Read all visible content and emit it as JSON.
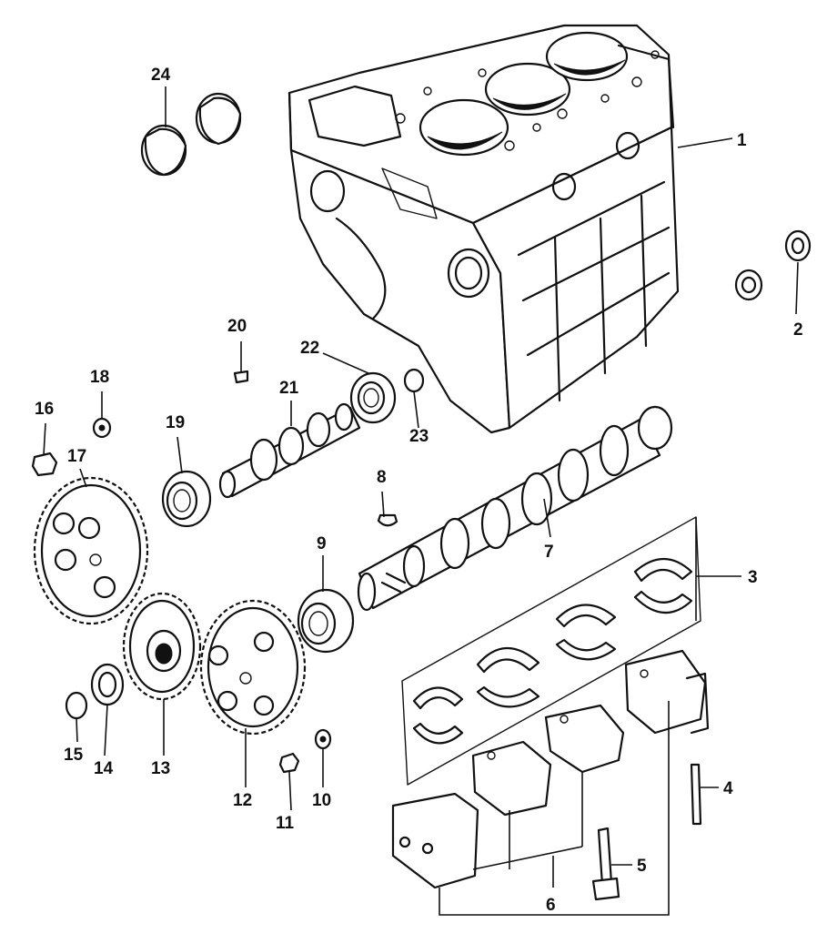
{
  "callouts": {
    "p1": "1",
    "p2": "2",
    "p3": "3",
    "p4": "4",
    "p5": "5",
    "p6": "6",
    "p7": "7",
    "p8": "8",
    "p9": "9",
    "p10": "10",
    "p11": "11",
    "p12": "12",
    "p13": "13",
    "p14": "14",
    "p15": "15",
    "p16": "16",
    "p17": "17",
    "p18": "18",
    "p19": "19",
    "p20": "20",
    "p21": "21",
    "p22": "22",
    "p23": "23",
    "p24": "24"
  },
  "colors": {
    "ink": "#111111",
    "paper": "#ffffff"
  }
}
